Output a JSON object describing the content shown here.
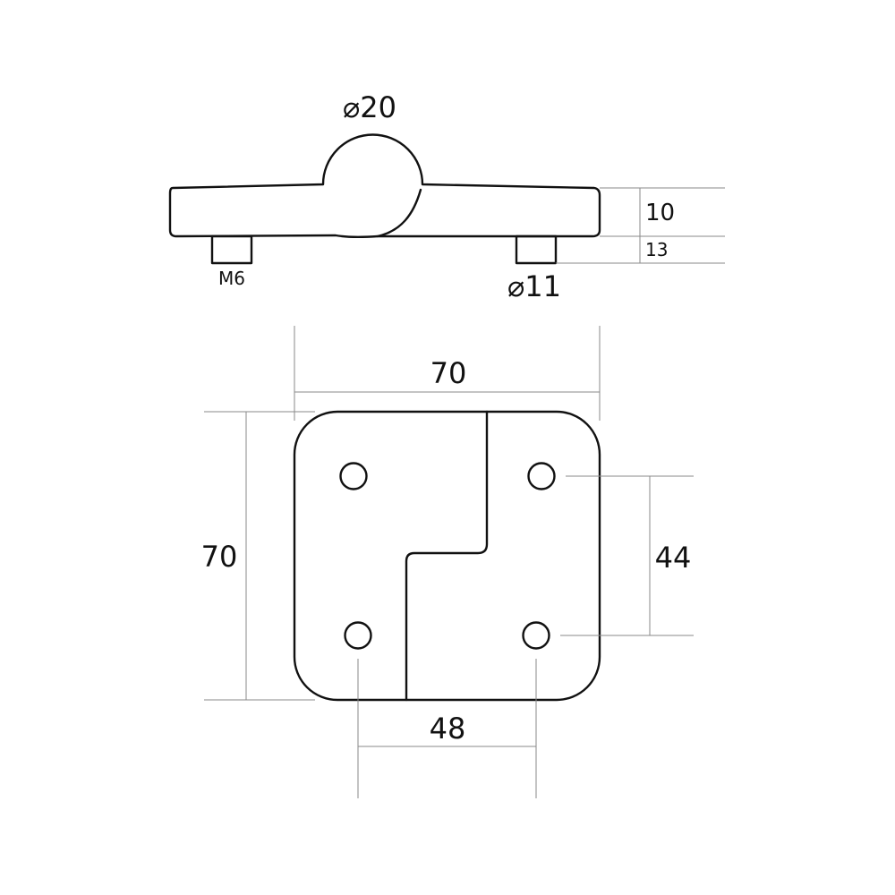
{
  "side_view": {
    "pin_diameter": "⌀20",
    "plate_thickness": "10",
    "stud_length": "13",
    "thread_label": "M6",
    "stud_diameter": "⌀11"
  },
  "top_view": {
    "width": "70",
    "height": "70",
    "hole_spacing_vertical": "44",
    "hole_spacing_horizontal": "48"
  },
  "colors": {
    "outline": "#111111",
    "dimension_line": "#8a8a8a",
    "background": "#ffffff"
  }
}
